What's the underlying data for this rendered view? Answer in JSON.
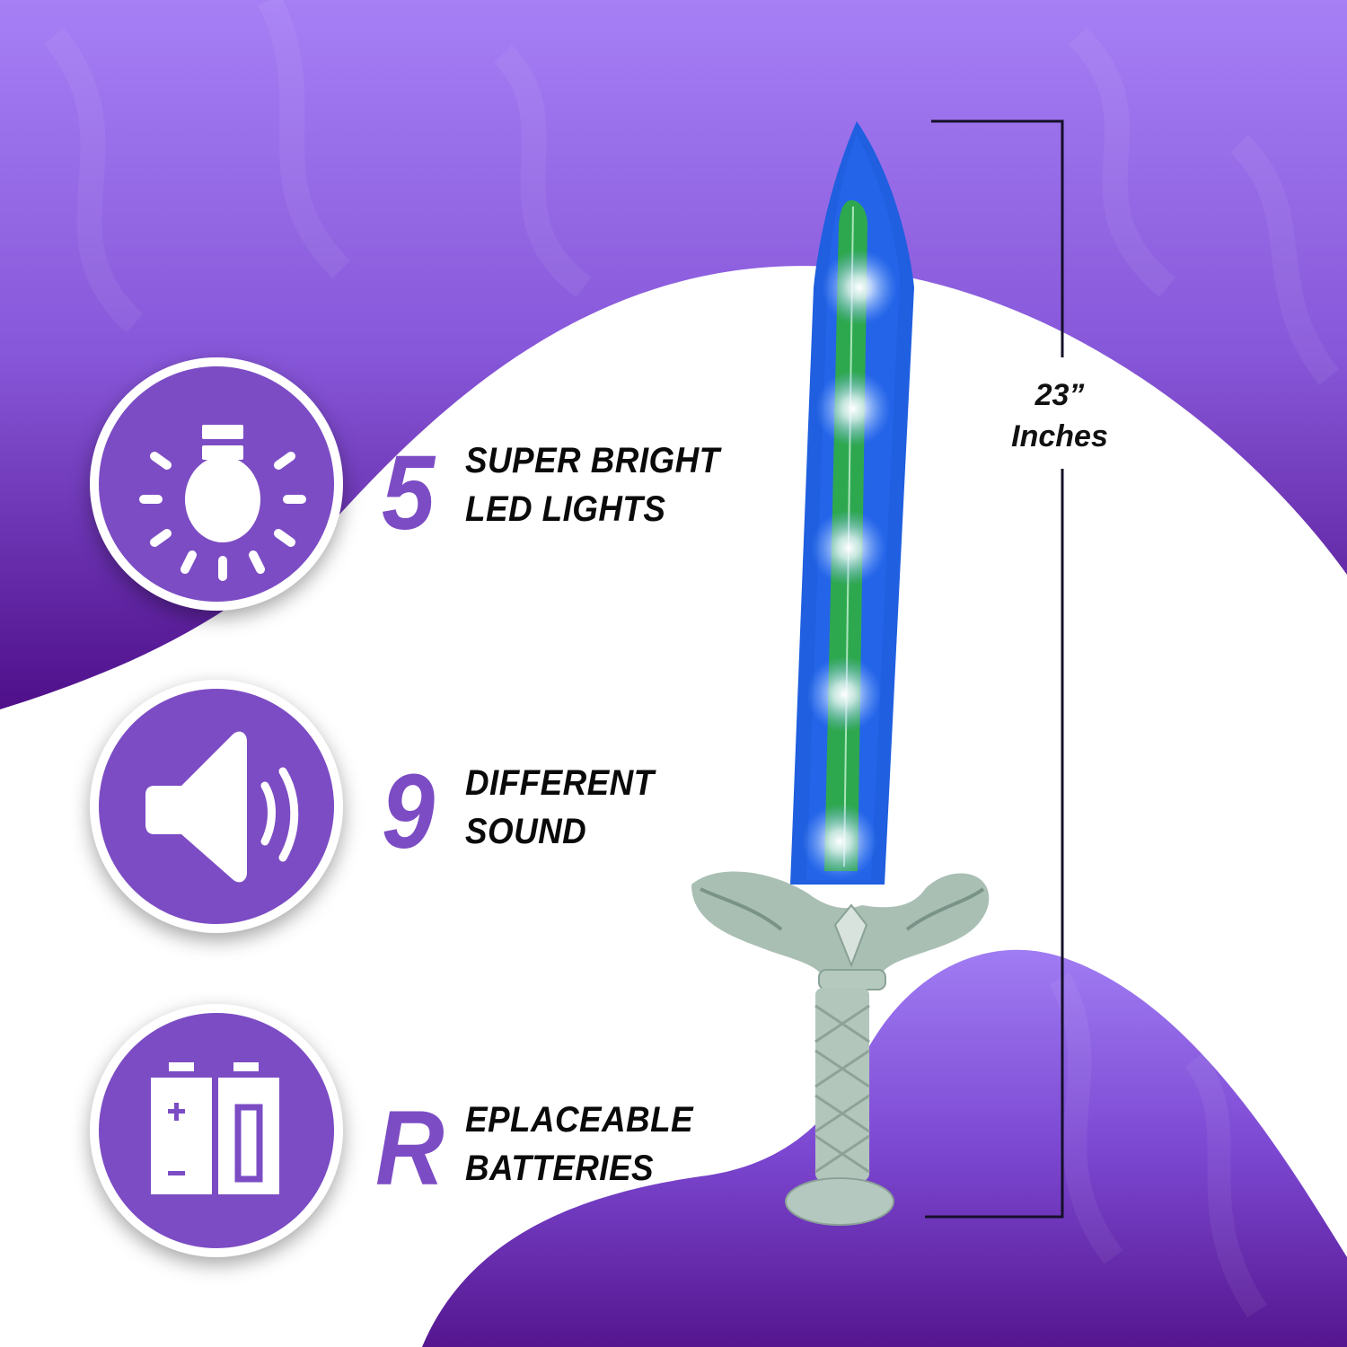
{
  "colors": {
    "purple_light": "#a67ff5",
    "purple_mid": "#8757d9",
    "purple_dark": "#4f0f8a",
    "icon_circle": "#7c4cc4",
    "text_dark": "#0a0a0a",
    "blade_blue": "#1f5fe0",
    "blade_green": "#2ea84f",
    "hilt_gray": "#a9bfb4"
  },
  "features": [
    {
      "icon": "light-bulb-icon",
      "big": "5",
      "lines": [
        "SUPER BRIGHT",
        "LED LIGHTS"
      ]
    },
    {
      "icon": "speaker-icon",
      "big": "9",
      "lines": [
        "DIFFERENT",
        "SOUND"
      ]
    },
    {
      "icon": "battery-icon",
      "big": "R",
      "lines": [
        "EPLACEABLE",
        "BATTERIES"
      ]
    }
  ],
  "measurement": {
    "value": "23”",
    "unit": "Inches"
  },
  "product": {
    "name": "light-up-sword",
    "led_count": 5
  }
}
